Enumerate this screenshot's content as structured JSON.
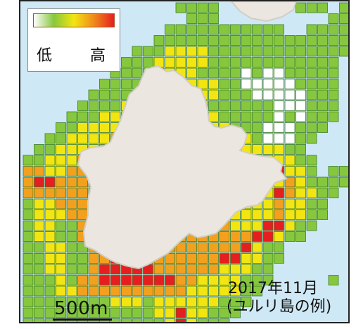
{
  "legend": {
    "low_label": "低",
    "high_label": "高",
    "gradient_colors": [
      "#ffffff",
      "#86c73d",
      "#f3e512",
      "#f08a1c",
      "#e51f1f"
    ]
  },
  "scale": {
    "label": "500m"
  },
  "caption": {
    "date": "2017年11月",
    "place": "(ユルリ島の例)"
  },
  "colors": {
    "water": "#cfe8f5",
    "land": "#ebe7e0",
    "land_edge": "#d2cdc4",
    "cell_border": "#3a7d2a",
    "white": "#ffffff",
    "green": "#86c73d",
    "yellow": "#f3e512",
    "orange": "#f2a01e",
    "red": "#e51f1f"
  }
}
